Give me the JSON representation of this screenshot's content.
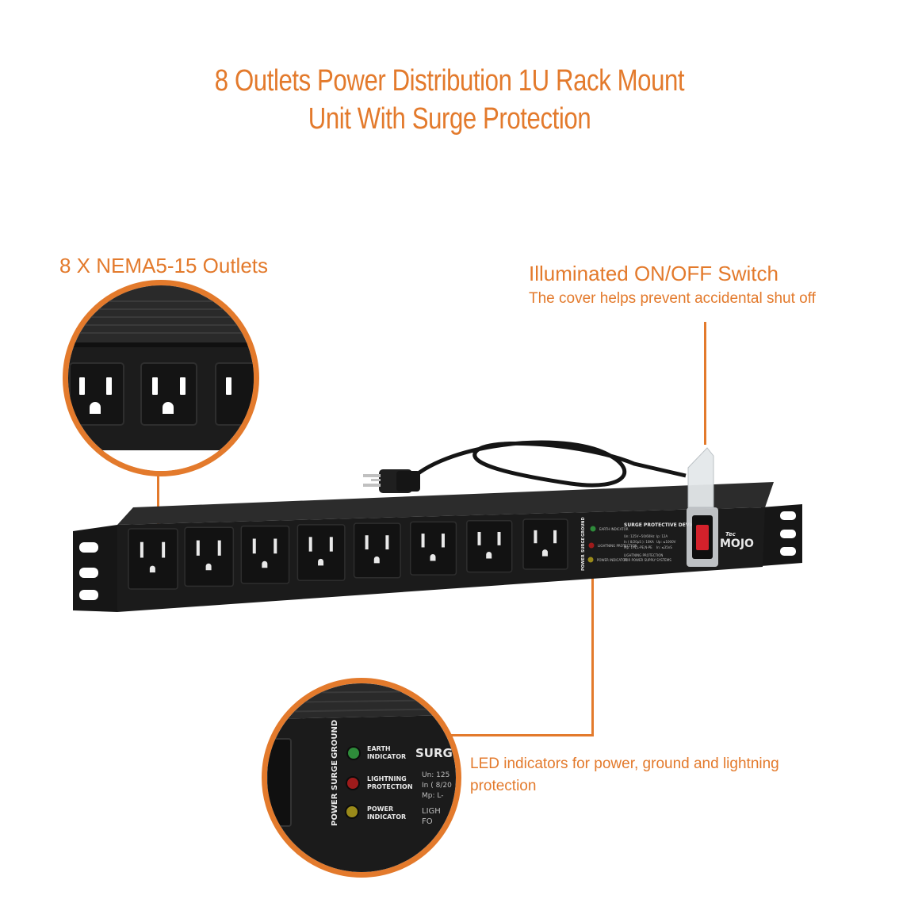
{
  "title": {
    "line1": "8 Outlets Power Distribution 1U Rack Mount",
    "line2": "Unit With Surge Protection"
  },
  "callouts": {
    "outlets": "8 X NEMA5-15 Outlets",
    "switch_title": "Illuminated ON/OFF Switch",
    "switch_sub": "The cover helps prevent accidental shut off",
    "led": "LED indicators for power, ground and lightning protection"
  },
  "device": {
    "panel_heading": "SURGE PROTECTIVE DEVICE",
    "spec1": "Un: 125V~50/60Hz",
    "spec2": "In ( 8/20μS ): 10KA",
    "spec3": "Mp: L-N,L-PE,N-PE",
    "spec4": "Ip: 12A",
    "spec5": "Up: ≤1000V",
    "spec6": "In: ≤35nS",
    "footer1": "LIGHTNING PROTECTION",
    "footer2": "FOR POWER SUPPLY SYSTEMS",
    "led_earth": "EARTH INDICATOR",
    "led_lightning": "LIGHTNING PROTECTION",
    "led_power": "POWER INDICATOR",
    "vert_power": "POWER",
    "vert_surge": "SURGE",
    "vert_ground": "GROUND",
    "brand_small": "Tec",
    "brand": "MOJO"
  },
  "zoom": {
    "led_earth_1": "EARTH",
    "led_earth_2": "INDICATOR",
    "led_light_1": "LIGHTNING",
    "led_light_2": "PROTECTION",
    "led_power_1": "POWER",
    "led_power_2": "INDICATOR",
    "heading_partial": "SURGE",
    "spec1_partial": "Un: 125",
    "spec2_partial": "In ( 8/20",
    "spec3_partial": "Mp: L-",
    "footer1_partial": "LIGH",
    "footer2_partial": "FO"
  },
  "colors": {
    "accent": "#e37a2c",
    "device_body": "#1b1b1b",
    "led_green": "#2e8b3a",
    "led_red": "#9e1b1b",
    "led_yellow": "#9a8a1a",
    "switch_red": "#d3212b"
  }
}
